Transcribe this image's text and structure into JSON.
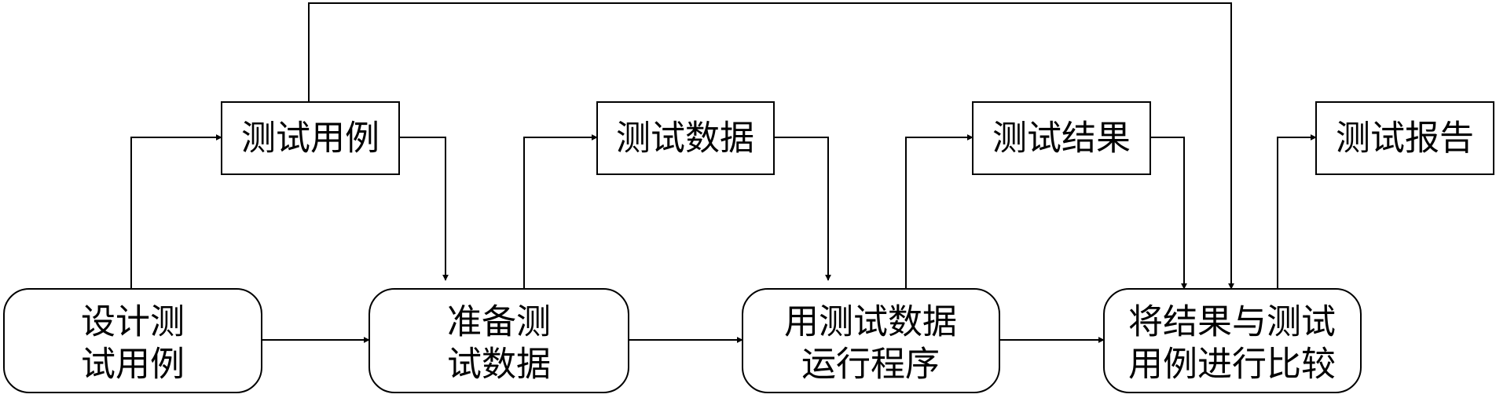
{
  "diagram": {
    "process_steps": [
      {
        "id": "design",
        "lines": [
          "设计测",
          "试用例"
        ]
      },
      {
        "id": "prepare",
        "lines": [
          "准备测",
          "试数据"
        ]
      },
      {
        "id": "run",
        "lines": [
          "用测试数据",
          "运行程序"
        ]
      },
      {
        "id": "compare",
        "lines": [
          "将结果与测试",
          "用例进行比较"
        ]
      }
    ],
    "artifacts": [
      {
        "id": "test_cases",
        "label": "测试用例"
      },
      {
        "id": "test_data",
        "label": "测试数据"
      },
      {
        "id": "test_results",
        "label": "测试结果"
      },
      {
        "id": "test_report",
        "label": "测试报告"
      }
    ],
    "edges": [
      {
        "from": "design",
        "to": "test_cases"
      },
      {
        "from": "test_cases",
        "to": "prepare"
      },
      {
        "from": "test_cases",
        "to": "compare"
      },
      {
        "from": "design",
        "to": "prepare"
      },
      {
        "from": "prepare",
        "to": "test_data"
      },
      {
        "from": "test_data",
        "to": "run"
      },
      {
        "from": "prepare",
        "to": "run"
      },
      {
        "from": "run",
        "to": "test_results"
      },
      {
        "from": "test_results",
        "to": "compare"
      },
      {
        "from": "run",
        "to": "compare"
      },
      {
        "from": "compare",
        "to": "test_report"
      }
    ]
  }
}
